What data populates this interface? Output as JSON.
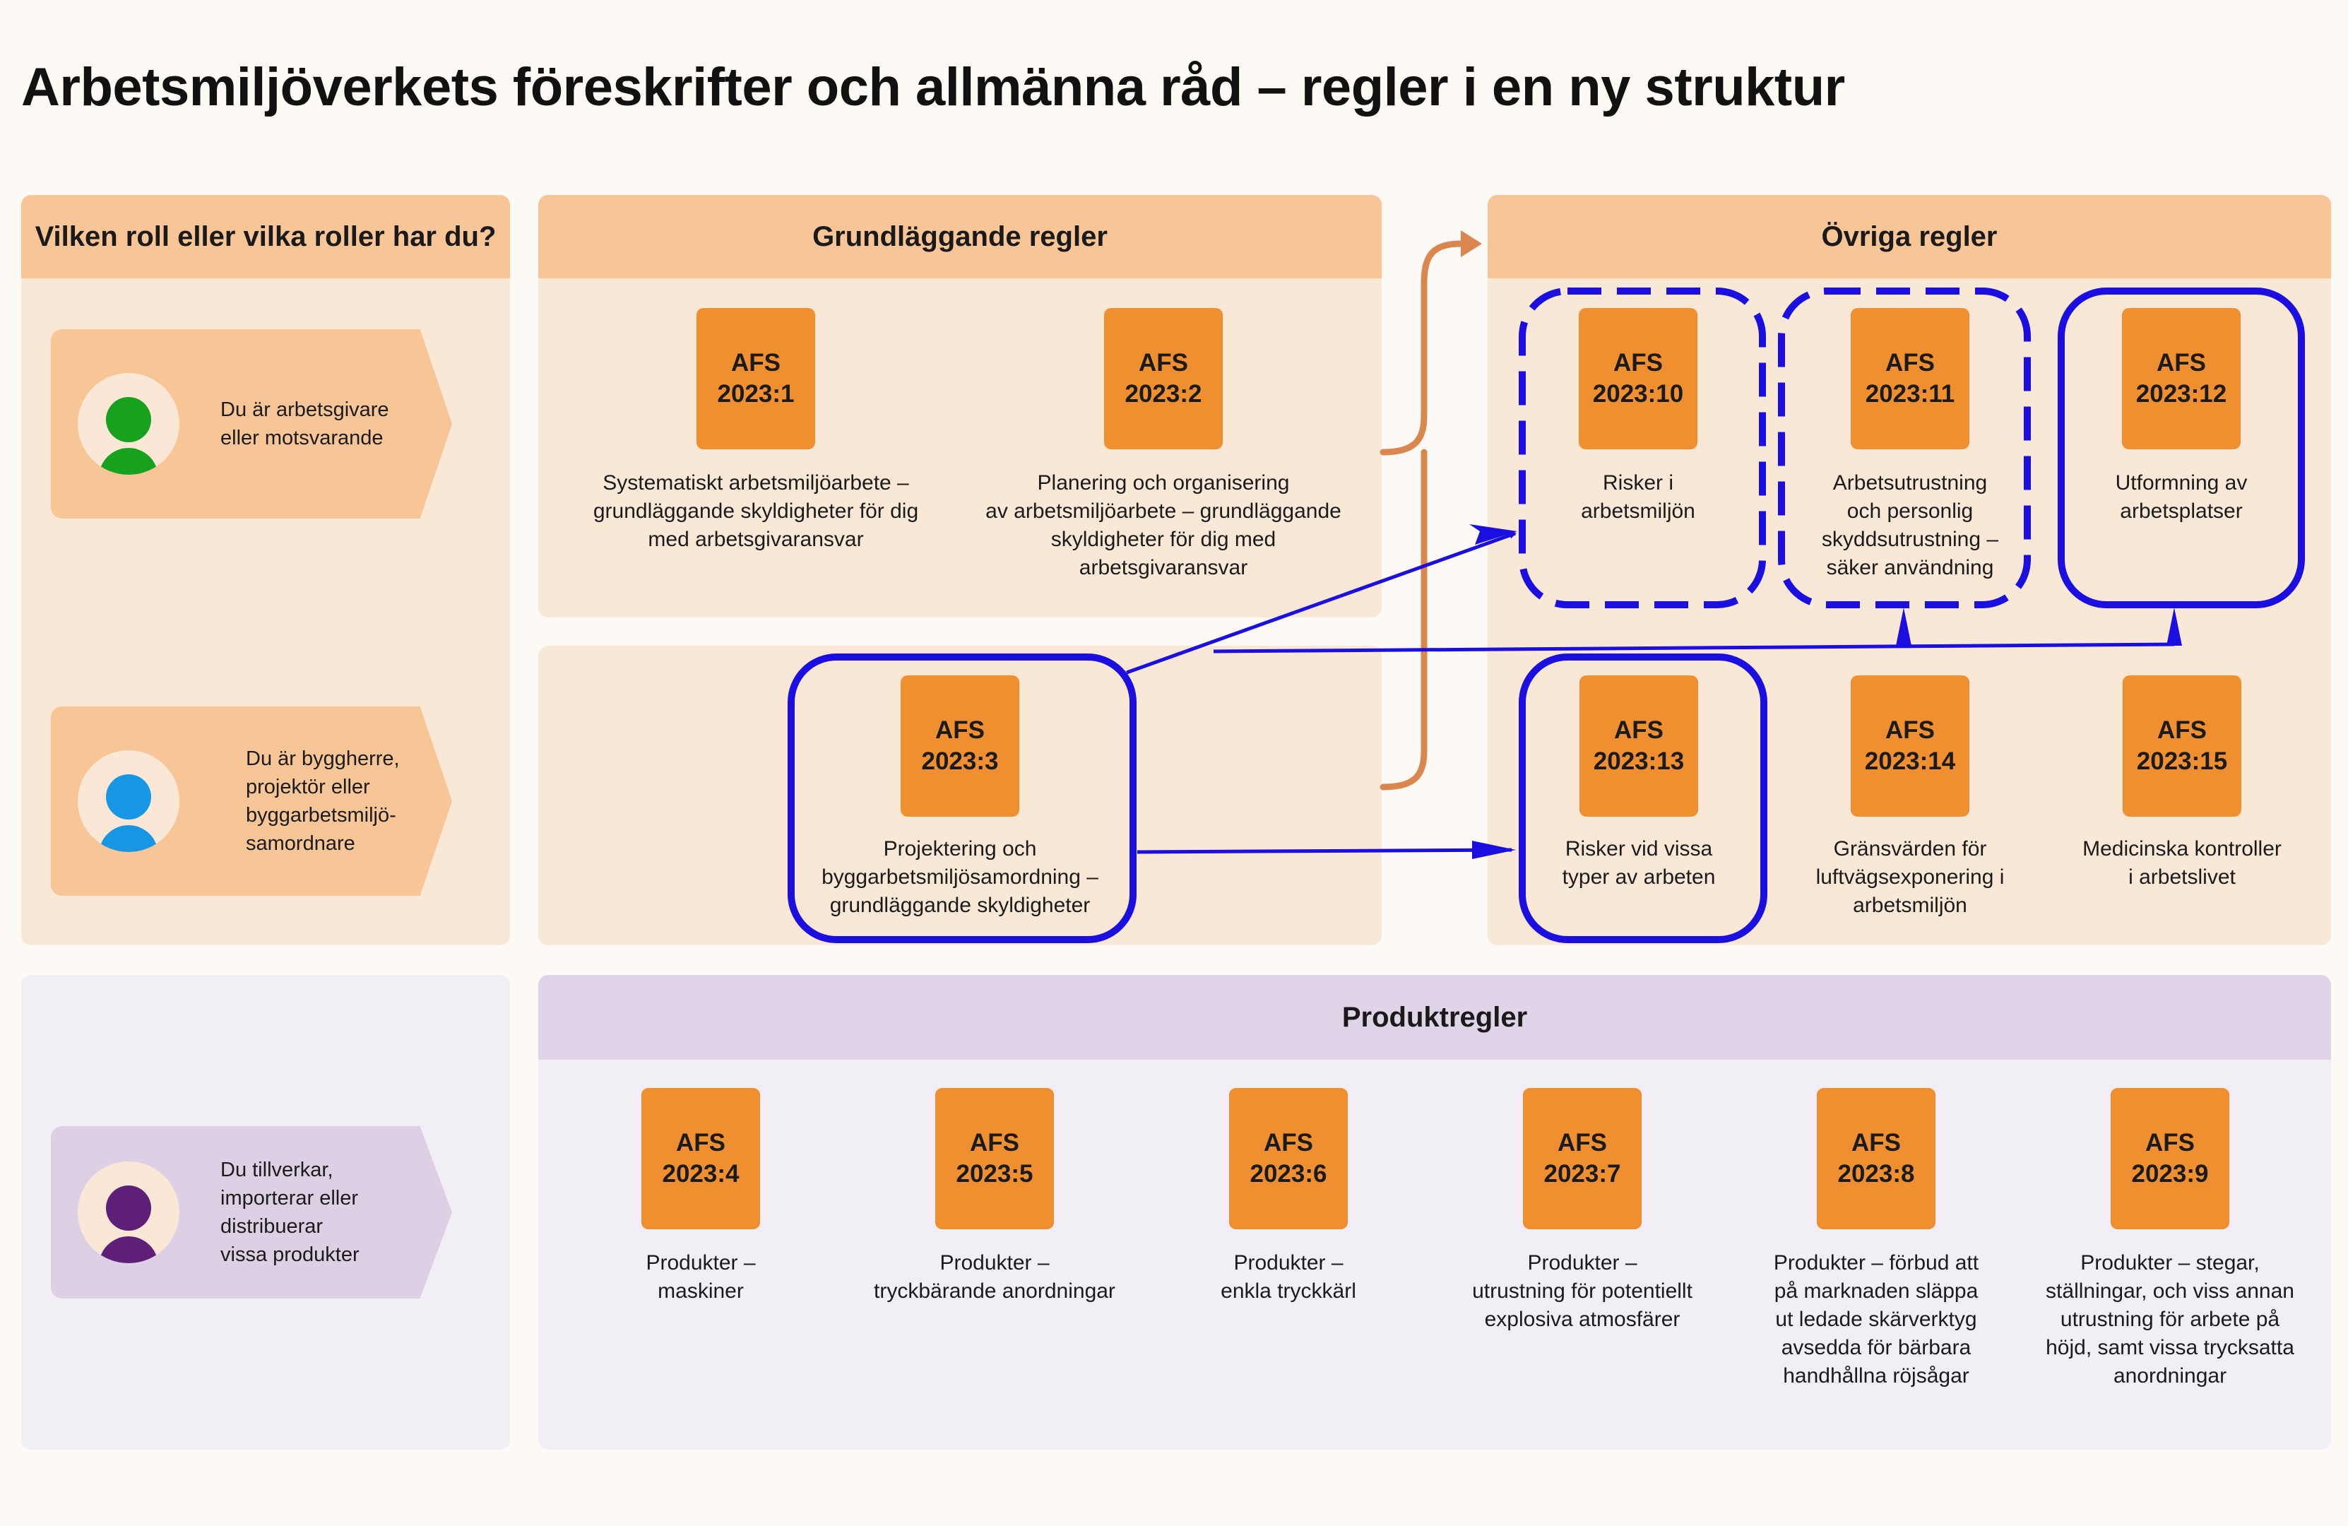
{
  "title": "Arbetsmiljöverkets föreskrifter och allmänna råd – regler i en ny struktur",
  "roles": {
    "header": "Vilken roll eller vilka roller har du?",
    "items": [
      {
        "text": "Du är arbetsgivare\neller motsvarande",
        "avatar_color": "#16a11e"
      },
      {
        "text": "Du är byggherre,\nprojektör eller\nbyggarbetsmiljö-\nsamordnare",
        "avatar_color": "#1797e3"
      },
      {
        "text": "Du tillverkar,\nimporterar eller\ndistribuerar\nvissa produkter",
        "avatar_color": "#5e1f78"
      }
    ]
  },
  "sections": {
    "basic": "Grundläggande regler",
    "other": "Övriga regler",
    "products": "Produktregler"
  },
  "rules": {
    "r1": {
      "code": "AFS",
      "number": "2023:1",
      "desc": "Systematiskt arbetsmiljöarbete –\ngrundläggande skyldigheter för dig\nmed arbetsgivaransvar"
    },
    "r2": {
      "code": "AFS",
      "number": "2023:2",
      "desc": "Planering och organisering\nav arbetsmiljöarbete – grundläggande\nskyldigheter för dig med\narbetsgivaransvar"
    },
    "r3": {
      "code": "AFS",
      "number": "2023:3",
      "desc": "Projektering och\nbyggarbetsmiljösamordning –\ngrundläggande skyldigheter"
    },
    "r4": {
      "code": "AFS",
      "number": "2023:4",
      "desc": "Produkter –\nmaskiner"
    },
    "r5": {
      "code": "AFS",
      "number": "2023:5",
      "desc": "Produkter –\ntryckbärande anordningar"
    },
    "r6": {
      "code": "AFS",
      "number": "2023:6",
      "desc": "Produkter –\nenkla tryckkärl"
    },
    "r7": {
      "code": "AFS",
      "number": "2023:7",
      "desc": "Produkter –\nutrustning för potentiellt\nexplosiva atmosfärer"
    },
    "r8": {
      "code": "AFS",
      "number": "2023:8",
      "desc": "Produkter – förbud att\npå marknaden släppa\nut ledade skärverktyg\navsedda för bärbara\nhandhållna röjsågar"
    },
    "r9": {
      "code": "AFS",
      "number": "2023:9",
      "desc": "Produkter – stegar,\nställningar, och viss annan\nutrustning för arbete på\nhöjd, samt vissa trycksatta\nanordningar"
    },
    "r10": {
      "code": "AFS",
      "number": "2023:10",
      "desc": "Risker i\narbetsmiljön"
    },
    "r11": {
      "code": "AFS",
      "number": "2023:11",
      "desc": "Arbetsutrustning\noch personlig\nskyddsutrustning –\nsäker användning"
    },
    "r12": {
      "code": "AFS",
      "number": "2023:12",
      "desc": "Utformning av\narbetsplatser"
    },
    "r13": {
      "code": "AFS",
      "number": "2023:13",
      "desc": "Risker vid vissa\ntyper av arbeten"
    },
    "r14": {
      "code": "AFS",
      "number": "2023:14",
      "desc": "Gränsvärden för\nluftvägsexponering i\narbetsmiljön"
    },
    "r15": {
      "code": "AFS",
      "number": "2023:15",
      "desc": "Medicinska kontroller\ni arbetslivet"
    }
  },
  "colors": {
    "peach_panel": "#fae8d7",
    "peach_header": "#f7c596",
    "purple_panel": "#f2eef6",
    "purple_header": "#e0d5e8",
    "afs_box": "#ef8f30",
    "highlight_blue": "#1a0fe0",
    "connector_orange": "#d9874e"
  }
}
